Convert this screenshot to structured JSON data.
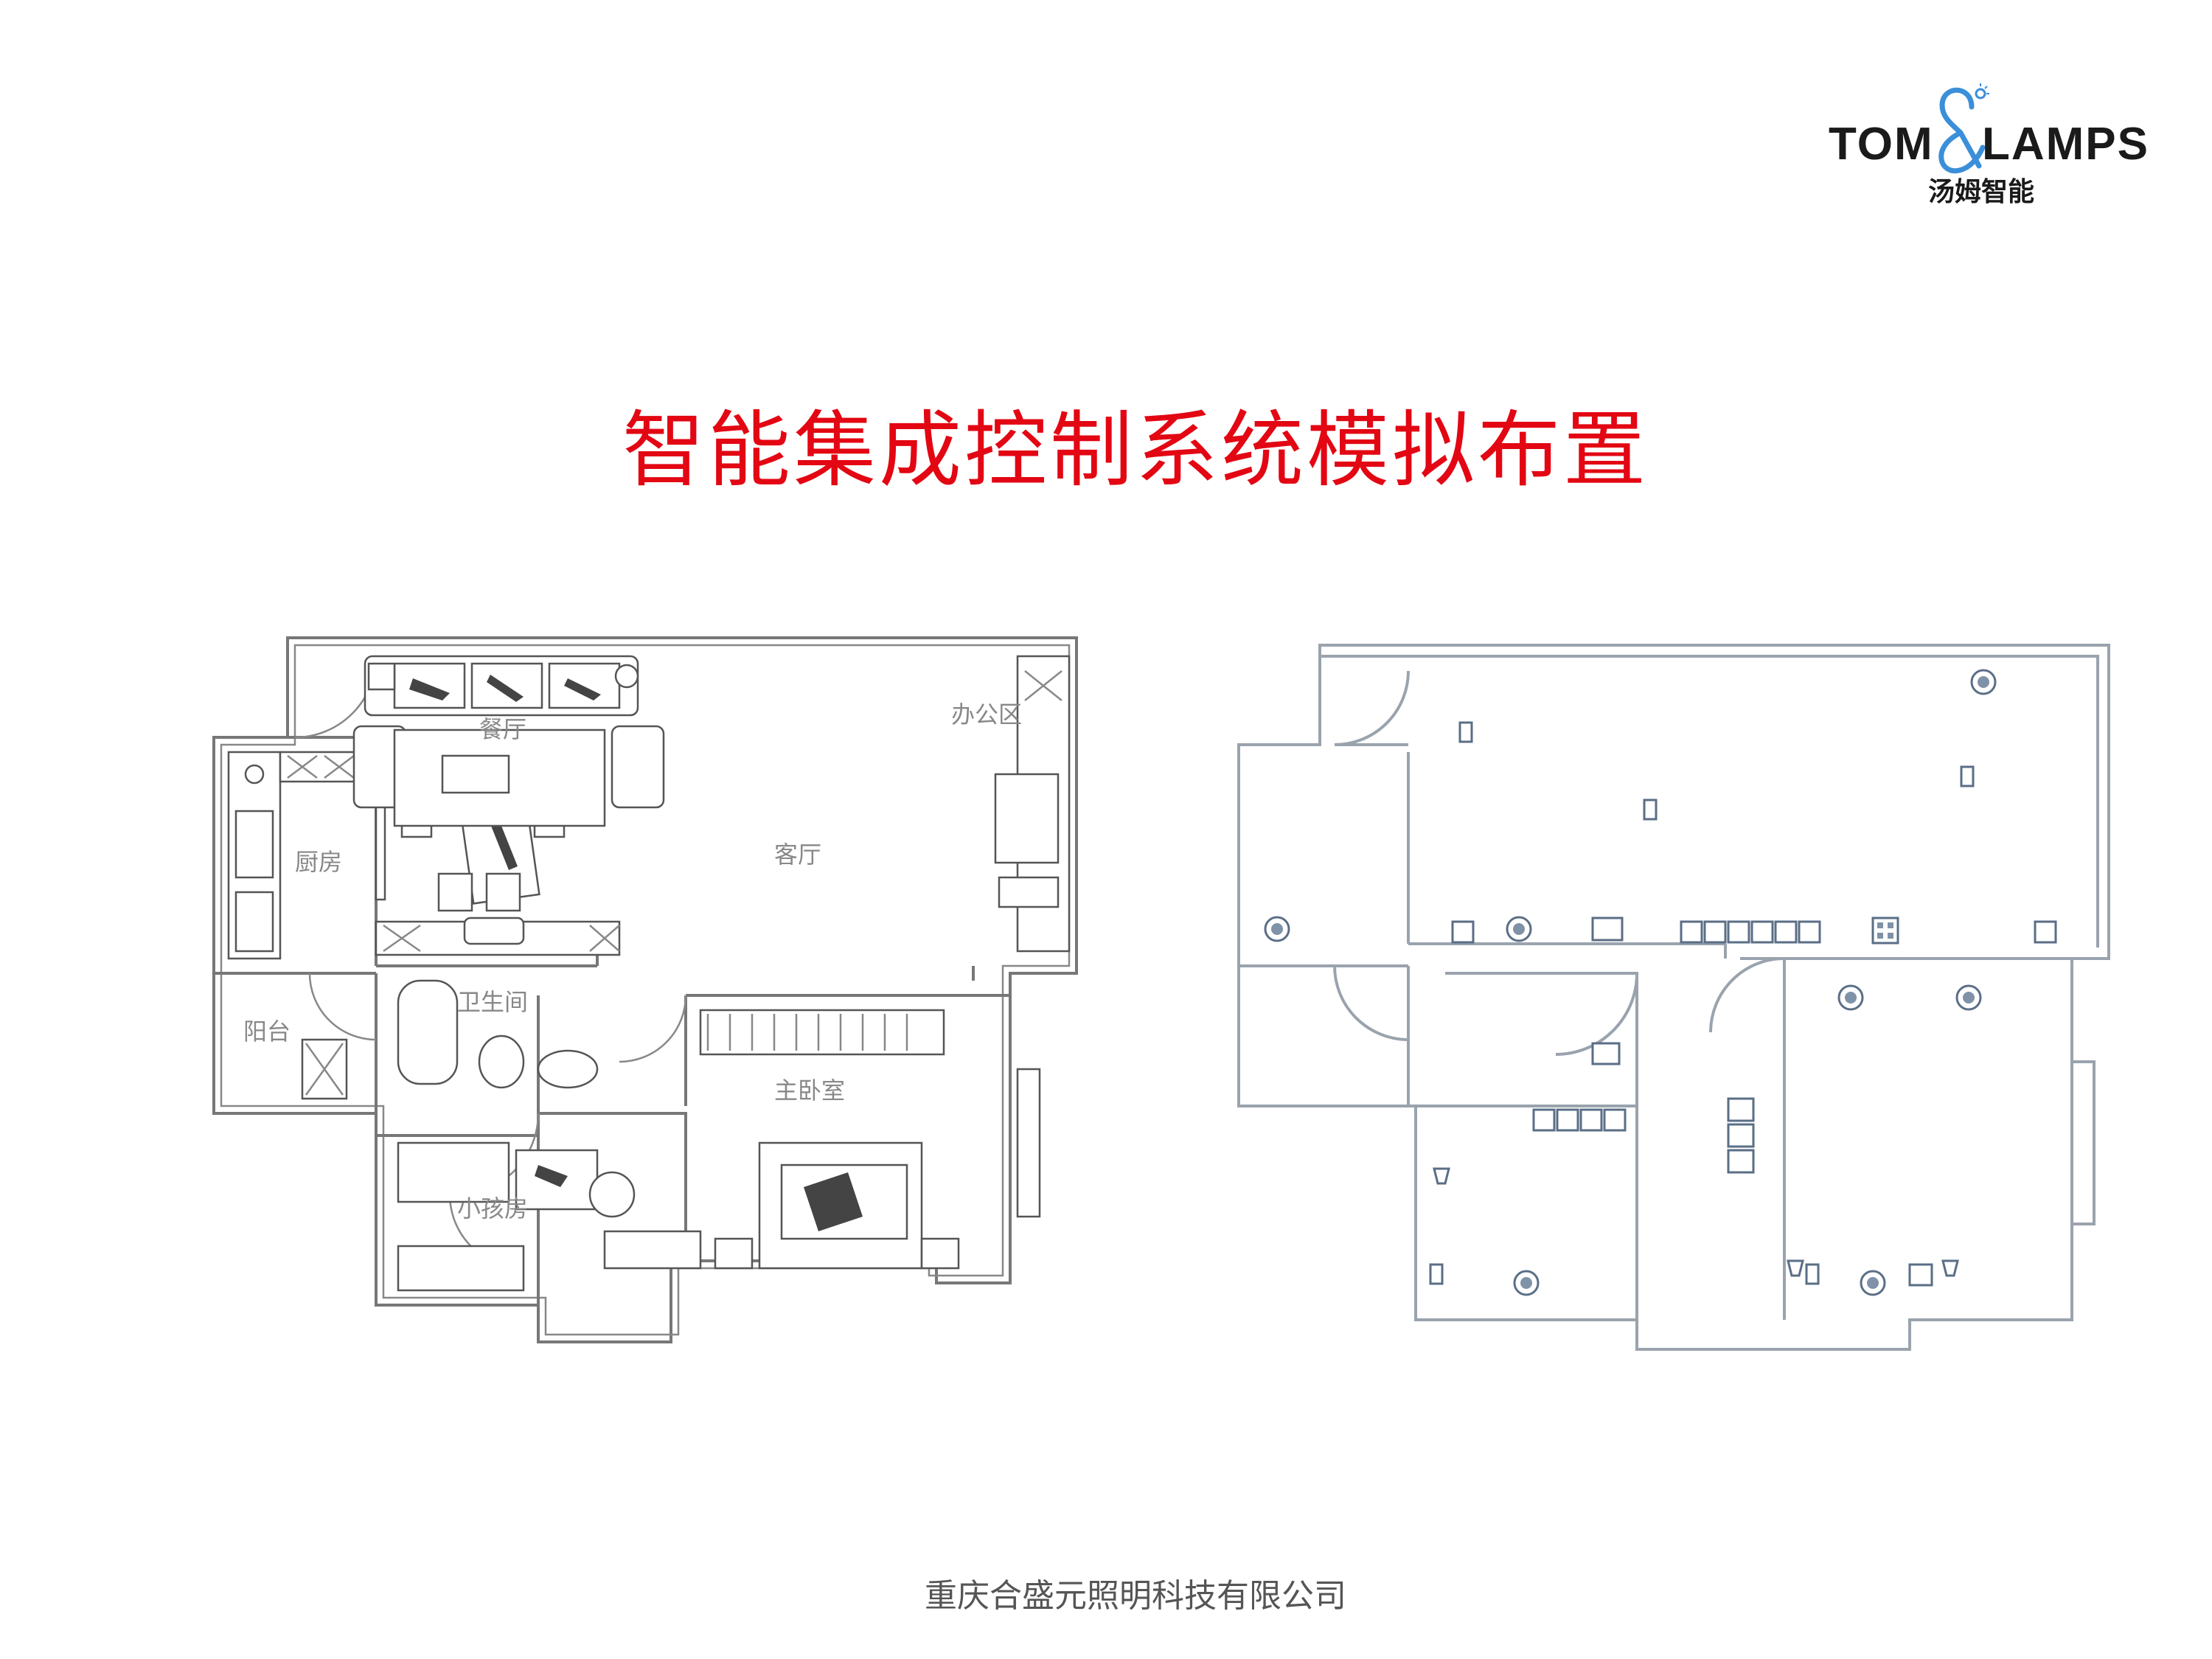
{
  "brand": {
    "name_left": "TOM",
    "name_right": "LAMPS",
    "name_cn": "汤姆智能",
    "color": "#1a1a1a",
    "accent_icon": "ampersand-bulb-icon"
  },
  "title": "智能集成控制系统模拟布置",
  "title_color": "#e30613",
  "floorplan_left": {
    "rooms": {
      "dining": "餐厅",
      "kitchen": "厨房",
      "living": "客厅",
      "office": "办公区",
      "balcony": "阳台",
      "bathroom": "卫生间",
      "master_bedroom": "主卧室",
      "kids_room": "小孩房"
    }
  },
  "floorplan_right": {
    "device_icons": [
      "ceiling-light-icon",
      "switch-panel-icon",
      "sensor-icon",
      "spotlight-icon",
      "control-panel-icon"
    ]
  },
  "footer": "重庆合盛元照明科技有限公司"
}
